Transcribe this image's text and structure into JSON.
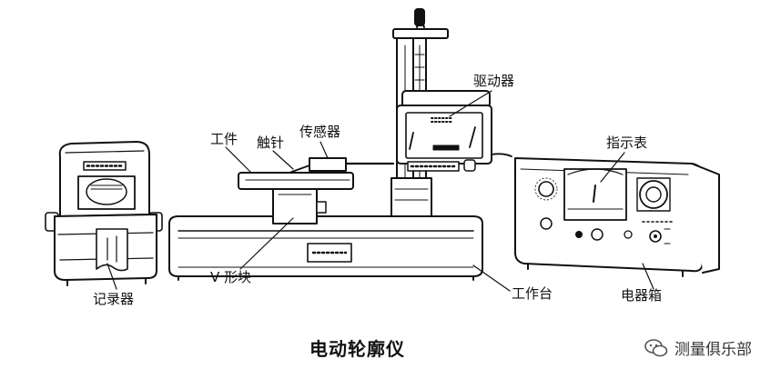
{
  "title": "电动轮廓仪",
  "labels": {
    "workpiece": "工件",
    "stylus": "触针",
    "sensor": "传感器",
    "driver": "驱动器",
    "indicator": "指示表",
    "recorder": "记录器",
    "v_block": "V 形块",
    "worktable": "工作台",
    "electric_box": "电器箱"
  },
  "watermark": "测量俱乐部"
}
